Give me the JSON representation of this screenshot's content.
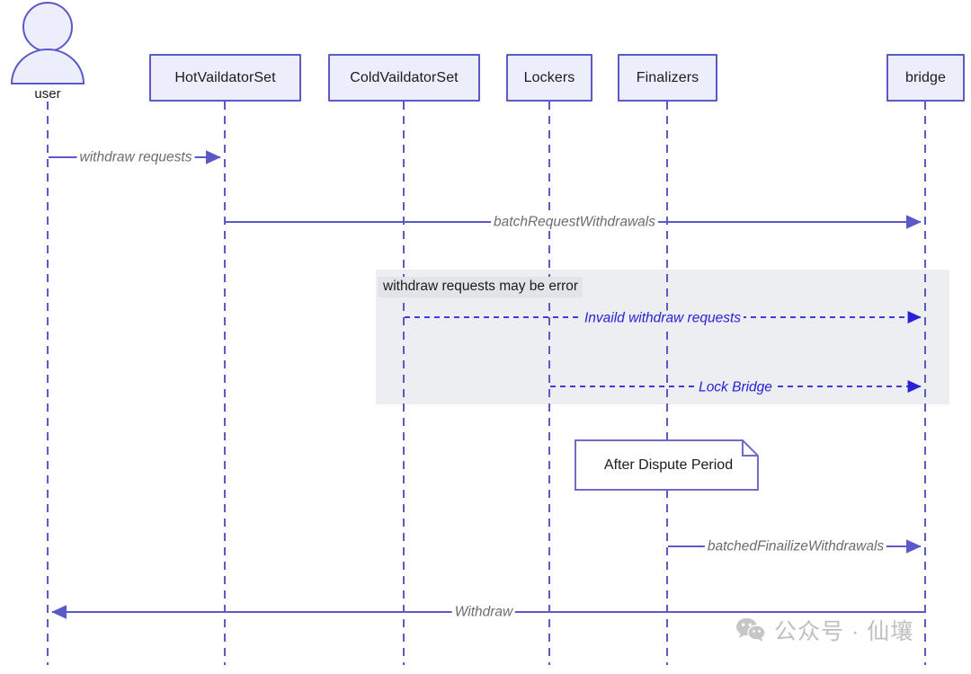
{
  "diagram": {
    "type": "uml-sequence-diagram",
    "background": "#ffffff",
    "colors": {
      "participant_border": "#5b59c8",
      "participant_fill": "#eceefb",
      "lifeline": "#5b59c8",
      "sync_message": "#5b59c8",
      "sync_label_text": "#6b6b73",
      "async_message": "#2a21d6",
      "async_label_text": "#2a21d6",
      "fragment_fill": "#eceef1",
      "fragment_label_fill": "#e2e4e8",
      "note_border": "#6f6cc9",
      "note_fill": "#ffffff",
      "text": "#1b1b1f"
    },
    "actor": {
      "name": "user",
      "label": "user",
      "icon": "person-icon"
    },
    "participants": [
      {
        "id": "hot",
        "label": "HotVaildatorSet"
      },
      {
        "id": "cold",
        "label": "ColdVaildatorSet"
      },
      {
        "id": "lockers",
        "label": "Lockers"
      },
      {
        "id": "finalizers",
        "label": "Finalizers"
      },
      {
        "id": "bridge",
        "label": "bridge"
      }
    ],
    "messages": [
      {
        "id": "m1",
        "label": "withdraw requests",
        "from": "user",
        "to": "hot",
        "style": "solid",
        "direction": "right"
      },
      {
        "id": "m2",
        "label": "batchRequestWithdrawals",
        "from": "hot",
        "to": "bridge",
        "style": "solid",
        "direction": "right"
      },
      {
        "id": "m3",
        "label": "Invaild withdraw requests",
        "from": "cold",
        "to": "bridge",
        "style": "dashed",
        "direction": "right"
      },
      {
        "id": "m4",
        "label": "Lock Bridge",
        "from": "lockers",
        "to": "bridge",
        "style": "dashed",
        "direction": "right"
      },
      {
        "id": "m5",
        "label": "batchedFinailizeWithdrawals",
        "from": "finalizers",
        "to": "bridge",
        "style": "solid",
        "direction": "right"
      },
      {
        "id": "m6",
        "label": "Withdraw",
        "from": "bridge",
        "to": "user",
        "style": "solid",
        "direction": "left"
      }
    ],
    "fragment": {
      "label": "withdraw requests may be error",
      "contains": [
        "m3",
        "m4"
      ]
    },
    "note": {
      "label": "After Dispute Period",
      "attached_to": "finalizers"
    },
    "watermark": {
      "icon": "wechat-icon",
      "text": "公众号 · 仙壤"
    }
  }
}
